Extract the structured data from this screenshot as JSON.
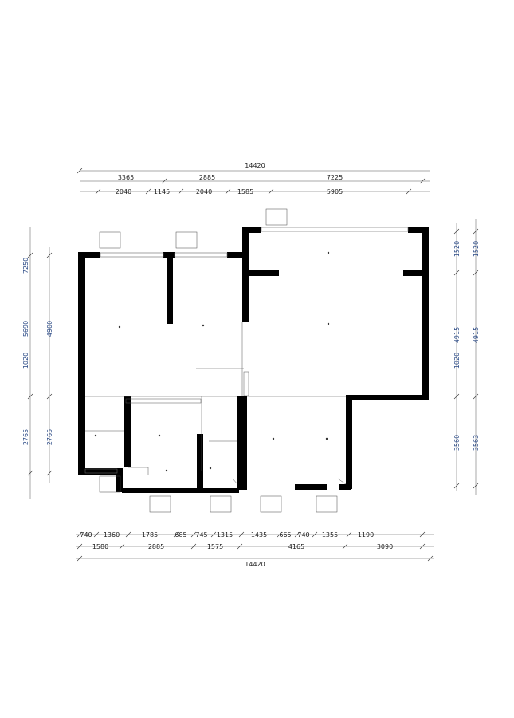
{
  "top_dims": {
    "total": "14420",
    "row1": [
      "3365",
      "2885",
      "7225"
    ],
    "row2": [
      "2040",
      "1145",
      "2040",
      "1585",
      "5905"
    ]
  },
  "bottom_dims": {
    "row1": [
      "740",
      "1360",
      "1785",
      "685",
      "745",
      "1315",
      "1435",
      "665",
      "740",
      "1355",
      "1190"
    ],
    "row2": [
      "1580",
      "2885",
      "1575",
      "4165",
      "3090"
    ],
    "total": "14420"
  },
  "left_dims": {
    "outer": [
      "7250",
      "5690",
      "1020",
      "2765"
    ],
    "inner": [
      "4900",
      "2765"
    ]
  },
  "right_dims": {
    "outer": [
      "1520",
      "4915",
      "1020",
      "3560"
    ],
    "inner": [
      "1520",
      "4915",
      "3563"
    ]
  }
}
